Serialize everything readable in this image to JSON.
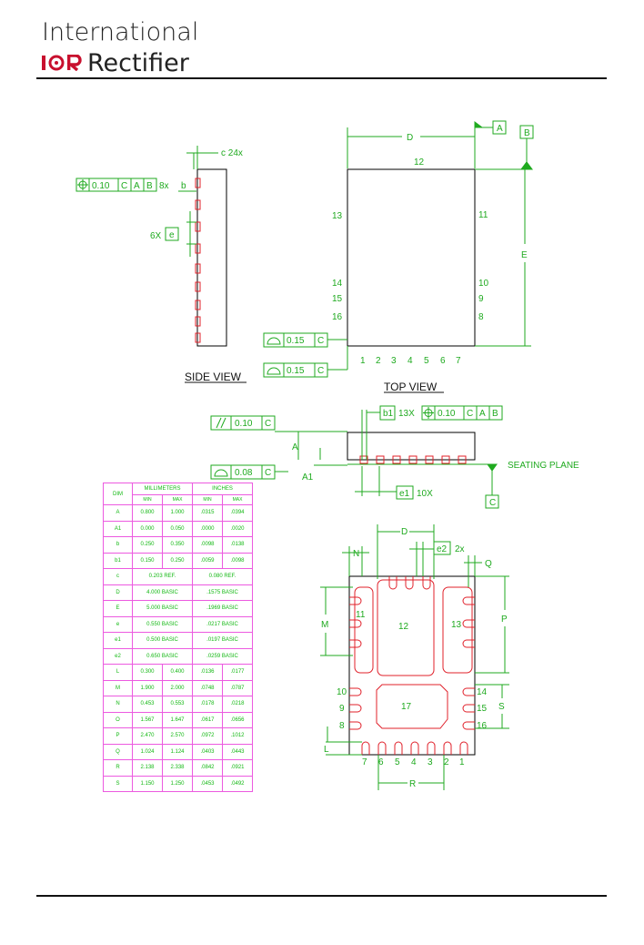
{
  "header": {
    "logo_line1": "International",
    "logo_mark": "I☉R",
    "logo_line2": "Rectifier"
  },
  "colors": {
    "lines": "#1faa1f",
    "pads": "#e0202a",
    "outline": "#000000",
    "table_border": "#ec5ae0"
  },
  "drawing": {
    "side_view_label": "SIDE VIEW",
    "top_view_label": "TOP VIEW",
    "seating_plane_label": "SEATING PLANE",
    "datum_a": "A",
    "datum_b": "B",
    "datum_c": "C",
    "dim_d": "D",
    "dim_e": "E",
    "c_24x": "c 24x",
    "b_8x": "8x",
    "b_label": "b",
    "e_6x": "6X",
    "e_label": "e",
    "fcf_tol": "0.10",
    "fcf_c": "C",
    "fcf_a": "A",
    "fcf_b": "B",
    "flat_tol": "0.15",
    "par_tol": "0.10",
    "coplan_tol": "0.08",
    "b1_label": "b1",
    "b1_13x": "13X",
    "e1_label": "e1",
    "e1_10x": "10X",
    "dim_a_label": "A",
    "dim_a1_label": "A1",
    "top_pins": {
      "p12": "12",
      "p13": "13",
      "p11": "11",
      "p14": "14",
      "p10": "10",
      "p15": "15",
      "p9": "9",
      "p16": "16",
      "p8": "8",
      "p1": "1",
      "p2": "2",
      "p3": "3",
      "p4": "4",
      "p5": "5",
      "p6": "6",
      "p7": "7"
    },
    "bottom_view": {
      "d": "D",
      "n": "N",
      "e2": "e2",
      "x2": "2x",
      "q": "Q",
      "m": "M",
      "p": "P",
      "s": "S",
      "l": "L",
      "r": "R",
      "pad11": "11",
      "pad12": "12",
      "pad13": "13",
      "pad17": "17",
      "pin10": "10",
      "pin9": "9",
      "pin8": "8",
      "pin14": "14",
      "pin15": "15",
      "pin16": "16",
      "pin7": "7",
      "pin6": "6",
      "pin5": "5",
      "pin4": "4",
      "pin3": "3",
      "pin2": "2",
      "pin1": "1"
    }
  },
  "table": {
    "dim_header": "DIM",
    "mm_header": "MILLIMETERS",
    "in_header": "INCHES",
    "min": "MIN",
    "max": "MAX",
    "rows": [
      [
        "A",
        "0.800",
        "1.000",
        ".0315",
        ".0394"
      ],
      [
        "A1",
        "0.000",
        "0.050",
        ".0000",
        ".0020"
      ],
      [
        "b",
        "0.250",
        "0.350",
        ".0098",
        ".0138"
      ],
      [
        "b1",
        "0.150",
        "0.250",
        ".0059",
        ".0098"
      ],
      [
        "c",
        "0.203 REF.",
        "",
        "0.080 REF.",
        ""
      ],
      [
        "D",
        "4.000 BASIC",
        "",
        ".1575 BASIC",
        ""
      ],
      [
        "E",
        "5.000 BASIC",
        "",
        ".1969 BASIC",
        ""
      ],
      [
        "e",
        "0.550 BASIC",
        "",
        ".0217 BASIC",
        ""
      ],
      [
        "e1",
        "0.500 BASIC",
        "",
        ".0197 BASIC",
        ""
      ],
      [
        "e2",
        "0.650 BASIC",
        "",
        ".0259 BASIC",
        ""
      ],
      [
        "L",
        "0.300",
        "0.400",
        ".0136",
        ".0177"
      ],
      [
        "M",
        "1.900",
        "2.000",
        ".0748",
        ".0787"
      ],
      [
        "N",
        "0.453",
        "0.553",
        ".0178",
        ".0218"
      ],
      [
        "O",
        "1.567",
        "1.647",
        ".0617",
        ".0656"
      ],
      [
        "P",
        "2.470",
        "2.570",
        ".0972",
        ".1012"
      ],
      [
        "Q",
        "1.024",
        "1.124",
        ".0403",
        ".0443"
      ],
      [
        "R",
        "2.138",
        "2.338",
        ".0842",
        ".0921"
      ],
      [
        "S",
        "1.150",
        "1.250",
        ".0453",
        ".0492"
      ]
    ]
  }
}
